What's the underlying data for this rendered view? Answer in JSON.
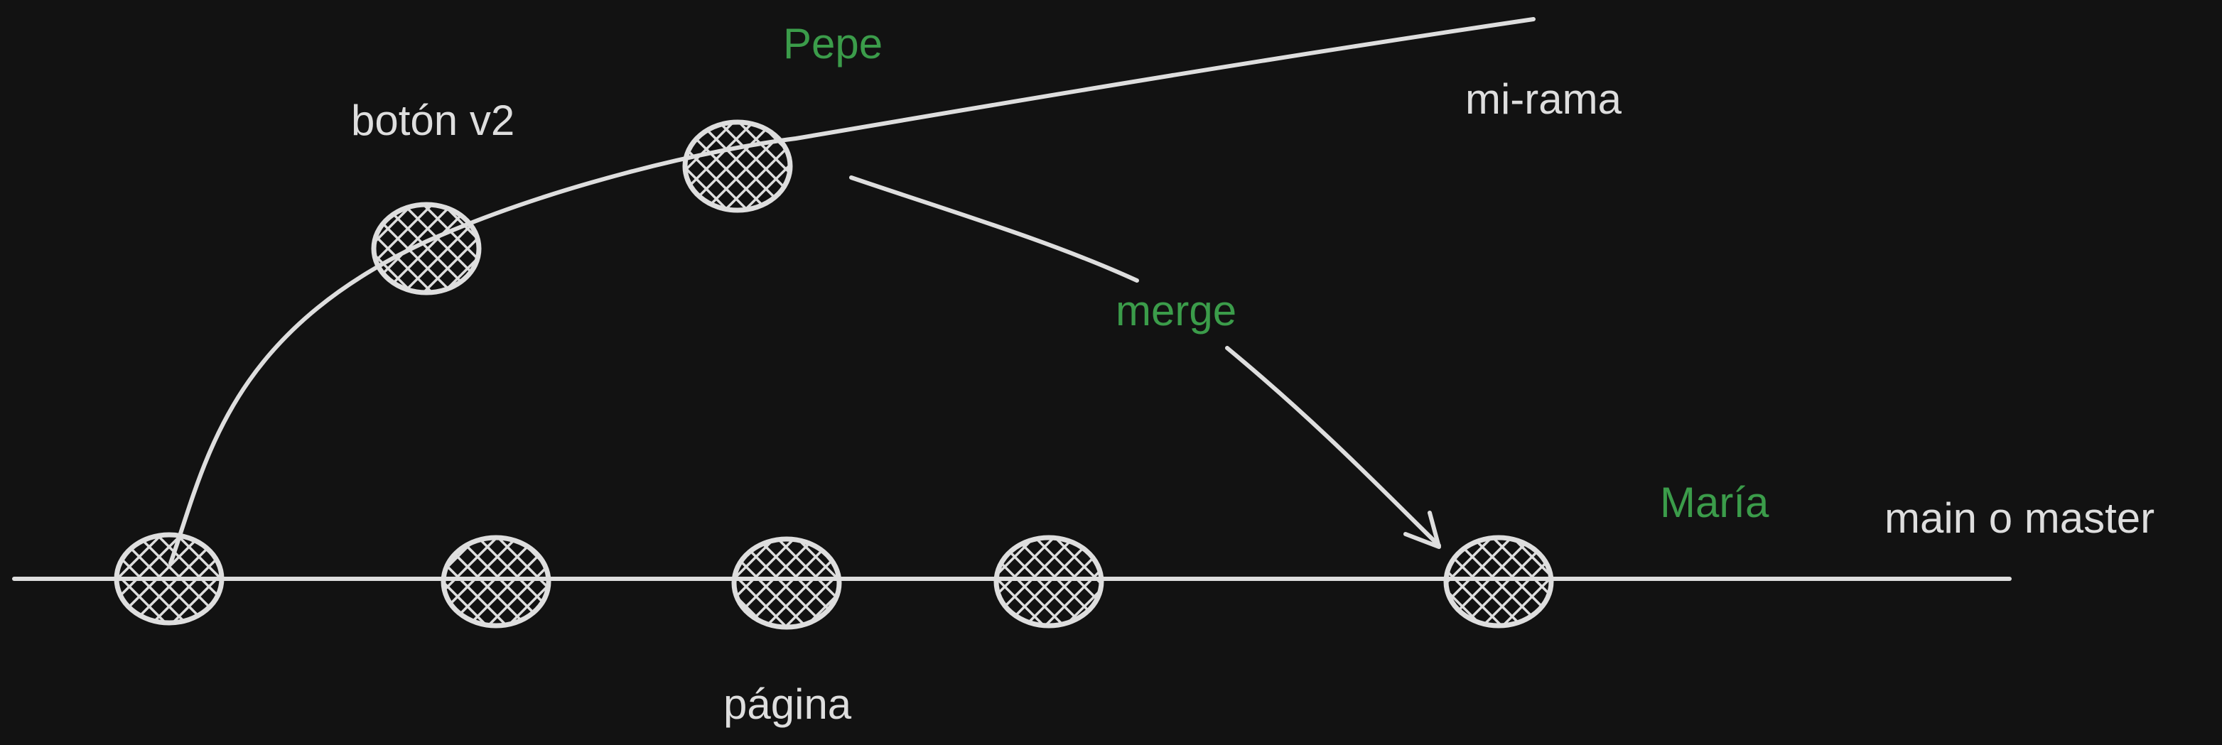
{
  "colors": {
    "background": "#121212",
    "stroke": "#dedede",
    "label_default": "#dedede",
    "label_green": "#3b9c4a"
  },
  "labels": {
    "mi_rama": {
      "text": "mi-rama",
      "color": "#dedede"
    },
    "main_o_master": {
      "text": "main o master",
      "color": "#dedede"
    },
    "boton_v2": {
      "text": "botón v2",
      "color": "#dedede"
    },
    "pepe": {
      "text": "Pepe",
      "color": "#3b9c4a"
    },
    "merge": {
      "text": "merge",
      "color": "#3b9c4a"
    },
    "maria": {
      "text": "María",
      "color": "#3b9c4a"
    },
    "pagina": {
      "text": "página",
      "color": "#dedede"
    }
  }
}
